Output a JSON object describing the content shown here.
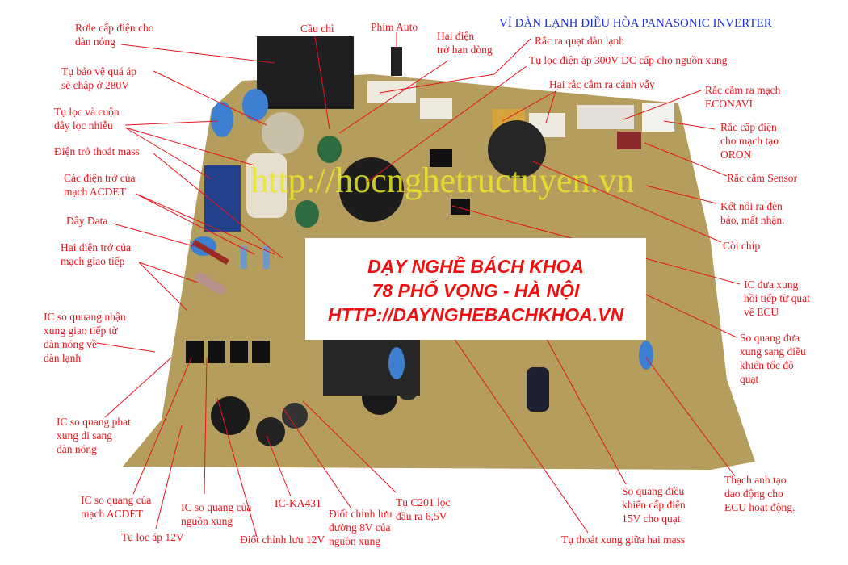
{
  "title": "VỈ DÀN LẠNH ĐIỀU HÒA PANASONIC INVERTER",
  "watermark": "http://hocnghetructuyen.vn",
  "promo": {
    "line1": "DẠY NGHỀ BÁCH KHOA",
    "line2": "78 PHỐ VỌNG - HÀ NỘI",
    "line3": "HTTP://DAYNGHEBACHKHOA.VN"
  },
  "labels": {
    "relay": [
      "Rơle cấp điện cho",
      "dàn nóng"
    ],
    "surge_cap": [
      "Tụ bảo vệ quá áp",
      "sẽ chập ở 280V"
    ],
    "noise_filter": [
      "Tụ lọc và cuộn",
      "dây lọc nhiễu"
    ],
    "bleed_resistor": [
      "Điện trở thoát mass"
    ],
    "acdet_resistors": [
      "Các điện trở của",
      "mạch ACDET"
    ],
    "data_wire": [
      "Dây Data"
    ],
    "comm_resistors": [
      "Hai điện trở của",
      "mạch giao tiếp"
    ],
    "opto_rx": [
      "IC so quuang nhận",
      "xung giao tiếp từ",
      "dàn nóng  về",
      "dàn lạnh"
    ],
    "opto_tx": [
      "IC so quang phat",
      "xung đi sang",
      "dàn nóng"
    ],
    "opto_acdet": [
      "IC so quang của",
      "mạch ACDET"
    ],
    "cap_12v": [
      "Tụ lọc áp 12V"
    ],
    "opto_smps": [
      "IC so quang của",
      "nguồn xung"
    ],
    "diode_12v": [
      "Điốt chỉnh lưu 12V"
    ],
    "ic_ka431": [
      "IC-KA431"
    ],
    "diode_8v": [
      "Điốt chỉnh lưu",
      "đường 8V của",
      "nguồn xung"
    ],
    "cap_c201": [
      "Tụ C201 lọc",
      "đầu ra 6,5V"
    ],
    "cap_mass": [
      "Tụ thoát xung giữa hai mass"
    ],
    "opto_fan_15v": [
      "So quang điều",
      "khiển cấp điện",
      "15V cho quạt"
    ],
    "crystal": [
      "Thạch anh tạo",
      "dao động cho",
      "ECU hoạt động."
    ],
    "opto_fan_speed": [
      "So quang đưa",
      "xung sang điều",
      "khiển tốc độ",
      "quạt"
    ],
    "ic_feedback": [
      "IC đưa xung",
      "hồi tiếp từ quạt",
      "về ECU"
    ],
    "buzzer": [
      "Còi chíp"
    ],
    "led_connector": [
      "Kết nối ra đèn",
      "báo, mất nhận."
    ],
    "sensor_connector": [
      "Rắc cắm Sensor"
    ],
    "oron_connector": [
      "Rắc cấp điện",
      "cho mạch tạo",
      "ORON"
    ],
    "econavi_connector": [
      "Rắc cắm ra mạch",
      "ECONAVI"
    ],
    "louver_connectors": [
      "Hai rắc cắm ra cánh vẫy"
    ],
    "cap_300v": [
      "Tụ lọc điện áp 300V DC cấp cho nguồn xung"
    ],
    "fan_connector": [
      "Rắc ra quạt dàn lạnh"
    ],
    "limit_resistors": [
      "Hai điện",
      "trở hạn dòng"
    ],
    "auto_button": [
      "Phím Auto"
    ],
    "fuse": [
      "Cầu chì"
    ]
  },
  "colors": {
    "label": "#e8141c",
    "title": "#1c2fd6",
    "board": "#b59d5e"
  }
}
